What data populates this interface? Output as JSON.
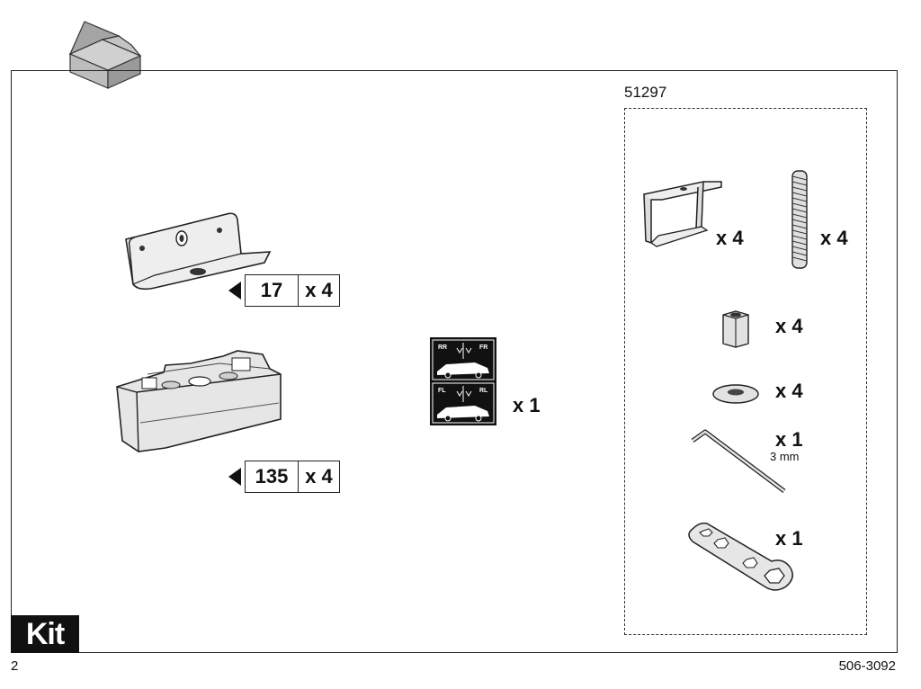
{
  "page": {
    "page_number": "2",
    "doc_code": "506-3092",
    "section_label": "Kit"
  },
  "left_parts": [
    {
      "name": "bracket",
      "ref": "17",
      "qty": "x 4"
    },
    {
      "name": "foot-pad",
      "ref": "135",
      "qty": "x 4"
    }
  ],
  "stickers": {
    "qty": "x 1",
    "top_left": "RR",
    "top_right": "FR",
    "bottom_left": "FL",
    "bottom_right": "RL"
  },
  "kit_group": {
    "code": "51297",
    "items": [
      {
        "name": "u-clamp",
        "qty": "x 4"
      },
      {
        "name": "threaded-rod",
        "qty": "x 4"
      },
      {
        "name": "hex-nut",
        "qty": "x 4"
      },
      {
        "name": "washer",
        "qty": "x 4"
      },
      {
        "name": "allen-key",
        "qty": "x 1",
        "note": "3 mm"
      },
      {
        "name": "wrench",
        "qty": "x 1"
      }
    ]
  },
  "colors": {
    "ink": "#111111",
    "part_fill": "#e9e9e9",
    "box_fill": "#a8a8a8"
  }
}
